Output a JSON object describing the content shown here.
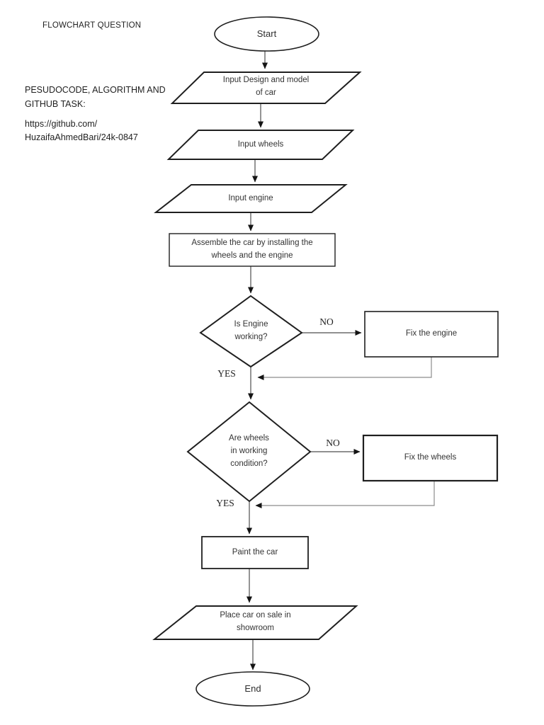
{
  "page": {
    "title": "FLOWCHART QUESTION",
    "subtitle": "PESUDOCODE, ALGORITHM AND\nGITHUB TASK:",
    "github_link": "https://github.com/\nHuzaifaAhmedBari/24k-0847"
  },
  "colors": {
    "background": "#ffffff",
    "shape_stroke": "#1f1f1f",
    "connector": "#4d4d4d",
    "feedback_connector": "#8c8c8c",
    "text": "#2b2b2b"
  },
  "flowchart": {
    "nodes": {
      "start": {
        "type": "terminator",
        "label": "Start"
      },
      "input_design": {
        "type": "input-parallelogram",
        "label": "Input Design and model\nof car"
      },
      "input_wheels": {
        "type": "input-parallelogram",
        "label": "Input wheels"
      },
      "input_engine": {
        "type": "input-parallelogram",
        "label": "Input engine"
      },
      "assemble": {
        "type": "process",
        "label": "Assemble the car by installing the\nwheels and the engine"
      },
      "engine_check": {
        "type": "decision",
        "label": "Is Engine\nworking?"
      },
      "fix_engine": {
        "type": "process",
        "label": "Fix the engine"
      },
      "wheels_check": {
        "type": "decision",
        "label": "Are wheels\nin working\ncondition?"
      },
      "fix_wheels": {
        "type": "process",
        "label": "Fix the wheels"
      },
      "paint": {
        "type": "process",
        "label": "Paint the car"
      },
      "place_on_sale": {
        "type": "output-parallelogram",
        "label": "Place car on sale in\nshowroom"
      },
      "end": {
        "type": "terminator",
        "label": "End"
      }
    },
    "edge_labels": {
      "engine_no": "NO",
      "engine_yes": "YES",
      "wheels_no": "NO",
      "wheels_yes": "YES"
    }
  }
}
